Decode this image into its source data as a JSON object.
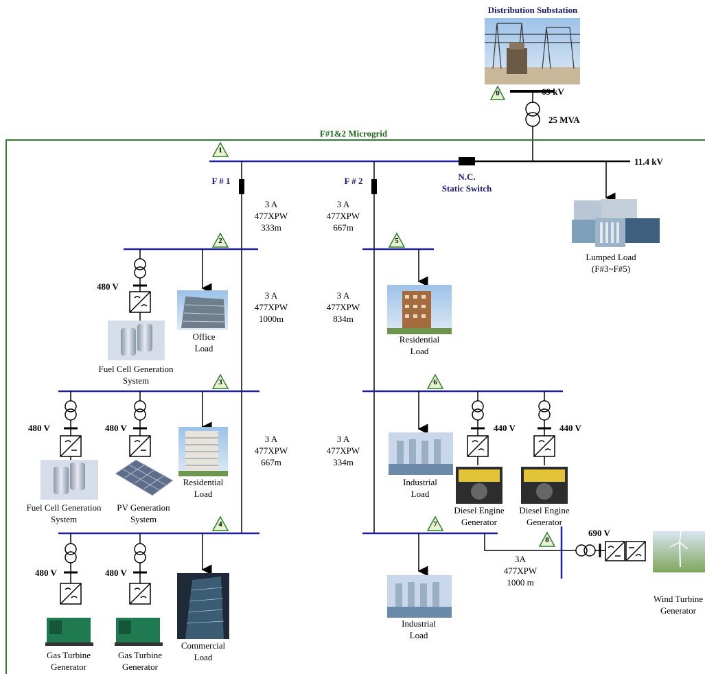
{
  "title": "Distribution Substation",
  "substation": {
    "voltage": "69 kV",
    "transformer": "25 MVA",
    "bus_voltage": "11.4 kV"
  },
  "microgrid_label": "F#1&2 Microgrid",
  "switch_label": {
    "line1": "N.C.",
    "line2": "Static Switch"
  },
  "feeder_labels": {
    "f1": "F # 1",
    "f2": "F # 2"
  },
  "bus_numbers": {
    "b0": "0",
    "b1": "1",
    "b2": "2",
    "b3": "3",
    "b4": "4",
    "b5": "5",
    "b6": "6",
    "b7": "7",
    "b8": "8"
  },
  "cables": {
    "f1_1": {
      "a": "3 A",
      "b": "477XPW",
      "c": "333m"
    },
    "f2_1": {
      "a": "3 A",
      "b": "477XPW",
      "c": "667m"
    },
    "f1_2": {
      "a": "3 A",
      "b": "477XPW",
      "c": "1000m"
    },
    "f2_2": {
      "a": "3 A",
      "b": "477XPW",
      "c": "834m"
    },
    "f1_3": {
      "a": "3 A",
      "b": "477XPW",
      "c": "667m"
    },
    "f2_3": {
      "a": "3 A",
      "b": "477XPW",
      "c": "334m"
    },
    "wind": {
      "a": "3A",
      "b": "477XPW",
      "c": "1000 m"
    }
  },
  "voltages": {
    "v480": "480 V",
    "v440": "440 V",
    "v690": "690 V"
  },
  "labels": {
    "lumped1": "Lumped Load",
    "lumped2": "(F#3~F#5)",
    "office1": "Office",
    "office2": "Load",
    "fuelcell1": "Fuel Cell Generation",
    "fuelcell2": "System",
    "res1": "Residential",
    "res2": "Load",
    "res5_1": "Residential",
    "res5_2": "Load",
    "fc3_1": "Fuel Cell Generation",
    "fc3_2": "System",
    "pv1": "PV Generation",
    "pv2": "System",
    "ind6_1": "Industrial",
    "ind6_2": "Load",
    "diesel1": "Diesel Engine",
    "diesel2": "Generator",
    "gas1": "Gas Turbine",
    "gas2": "Generator",
    "comm1": "Commercial",
    "comm2": "Load",
    "ind7_1": "Industrial",
    "ind7_2": "Load",
    "wind1": "Wind Turbine",
    "wind2": "Generator"
  },
  "colors": {
    "bus": "#1f1f9e",
    "line": "#000000",
    "microgrid": "#2e7d2e",
    "triangle_fill": "#e8f4d0",
    "triangle_stroke": "#2e7d2e"
  }
}
